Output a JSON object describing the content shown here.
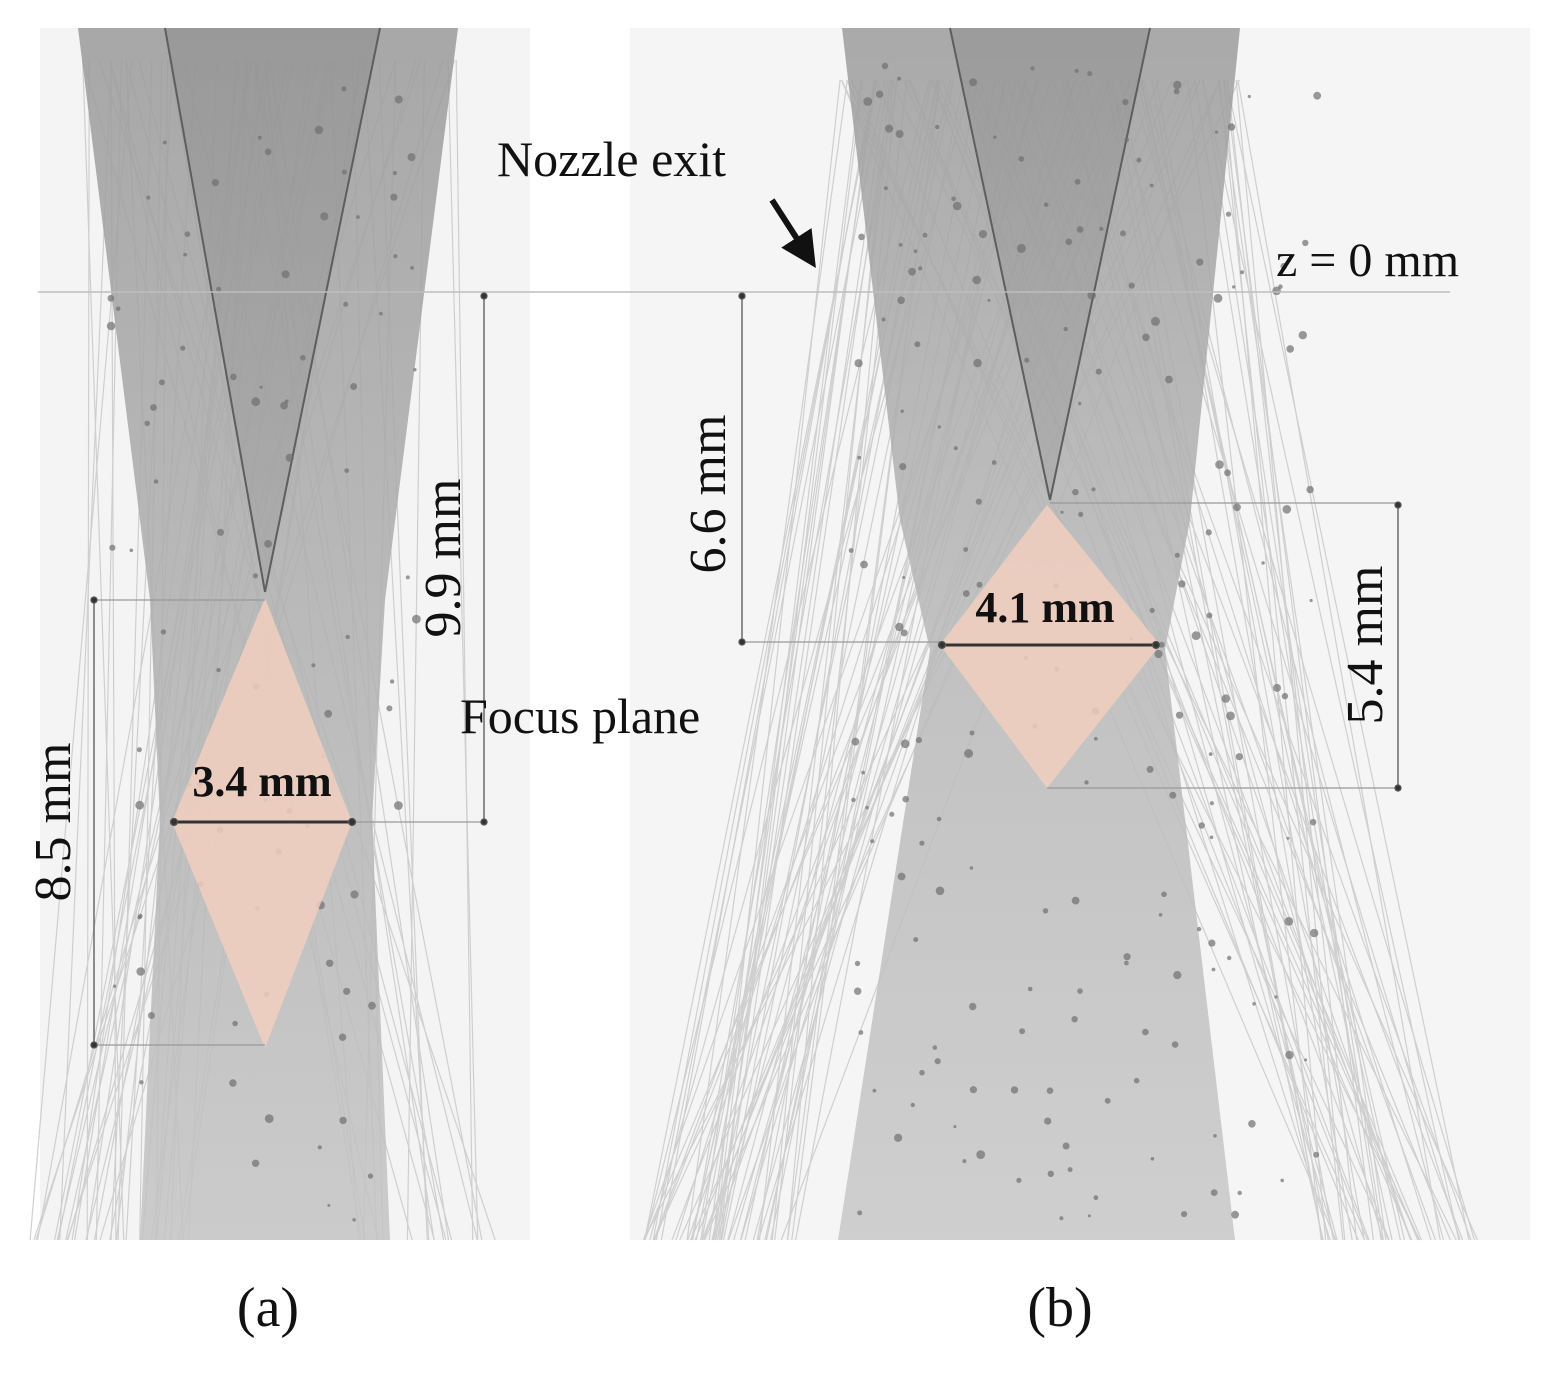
{
  "annotations": {
    "nozzle_exit": "Nozzle exit",
    "z_zero": "z = 0 mm",
    "focus_plane": "Focus plane"
  },
  "panels": [
    {
      "caption": "(a)",
      "focus_length": "9.9 mm",
      "diamond_length": "8.5 mm",
      "focus_width": "3.4 mm"
    },
    {
      "caption": "(b)",
      "focus_length": "6.6 mm",
      "diamond_length": "5.4 mm",
      "focus_width": "4.1 mm"
    }
  ],
  "colors": {
    "jet_fill": "#a9a9a9",
    "diamond_fill": "#f2cfbf",
    "trace_line": "#d0d0d0",
    "dim_line": "#555555",
    "text": "#111111"
  }
}
